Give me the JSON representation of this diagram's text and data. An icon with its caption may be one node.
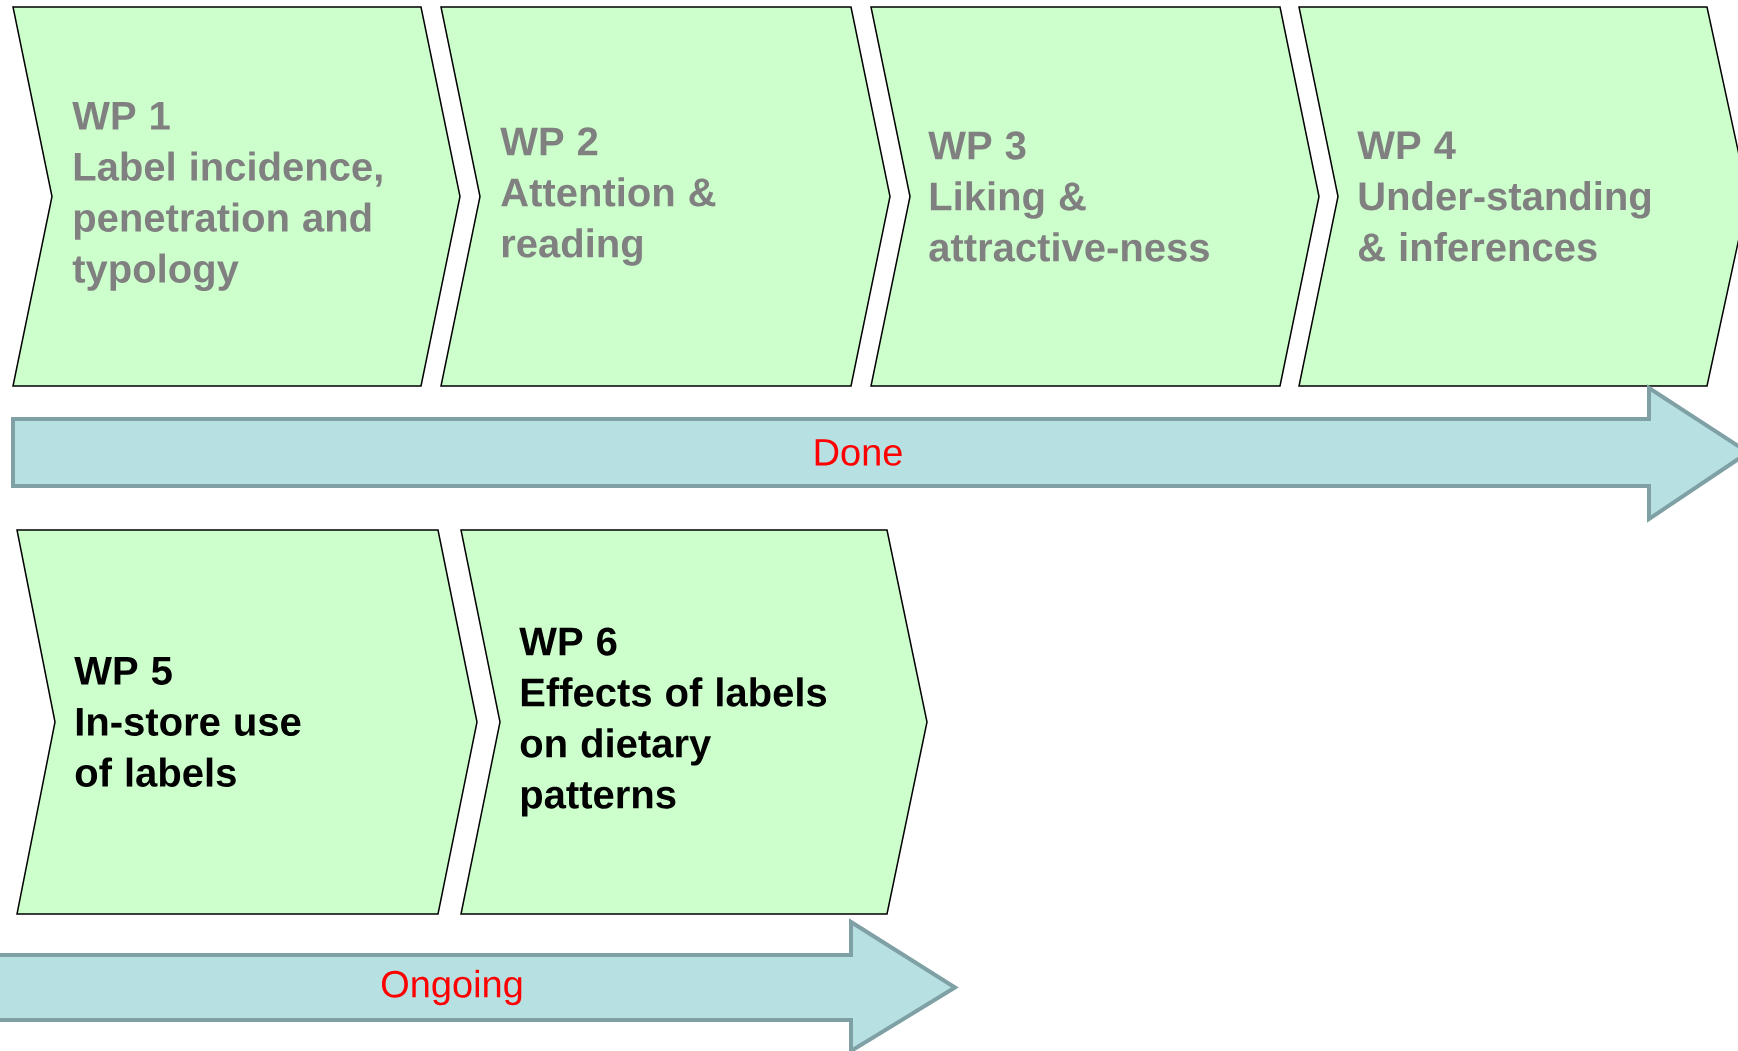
{
  "diagram": {
    "nodes": [
      {
        "text": [
          "WP 1",
          "Label incidence, penetration and typology"
        ]
      },
      {
        "text": [
          "WP 2",
          "Attention & reading"
        ]
      },
      {
        "text": [
          "WP 3",
          "Liking & attractive-ness"
        ]
      },
      {
        "text": [
          "WP 4",
          "Under-standing & inferences"
        ]
      },
      {
        "text": [
          "Done"
        ]
      },
      {
        "text": [
          "WP 5",
          "In-store use of labels"
        ]
      },
      {
        "text": [
          "WP 6",
          "Effects of labels on dietary patterns"
        ]
      },
      {
        "text": [
          "Ongoing"
        ]
      }
    ]
  }
}
